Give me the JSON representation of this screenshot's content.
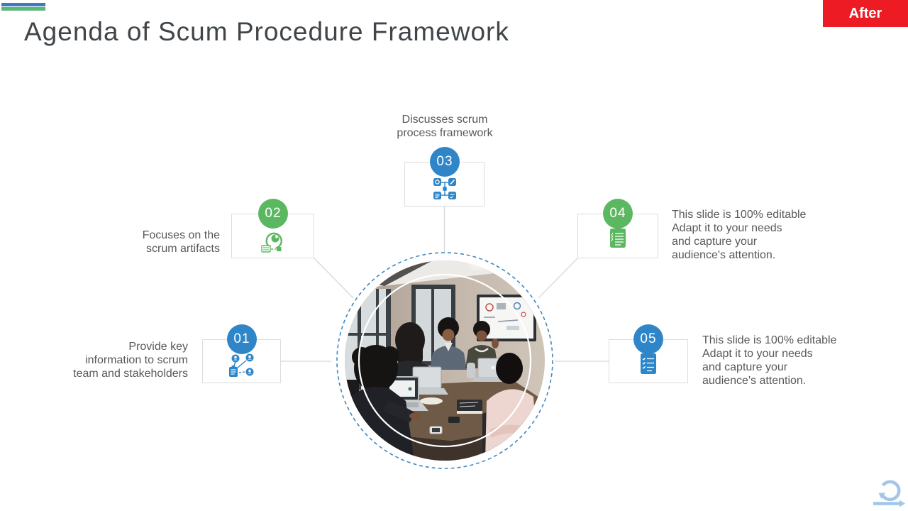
{
  "slide": {
    "title": "Agenda of Scum Procedure Framework",
    "badge_label": "After"
  },
  "steps": [
    {
      "number": "01",
      "color": "#2e86c8",
      "icon": "team-network-icon",
      "label": "Provide key\ninformation to scrum\nteam and stakeholders"
    },
    {
      "number": "02",
      "color": "#5cb860",
      "icon": "artifact-cycle-icon",
      "label": "Focuses on the\nscrum artifacts"
    },
    {
      "number": "03",
      "color": "#2e86c8",
      "icon": "process-cluster-icon",
      "label": "Discusses scrum\nprocess framework"
    },
    {
      "number": "04",
      "color": "#5cb860",
      "icon": "clipboard-notes-icon",
      "label": "This slide is 100% editable\nAdapt it to your needs\nand capture your\naudience's attention."
    },
    {
      "number": "05",
      "color": "#2e86c8",
      "icon": "clipboard-checklist-icon",
      "label": "This slide is 100% editable\nAdapt it to your needs\nand capture your\naudience's attention."
    }
  ],
  "center_image": {
    "description": "team meeting around conference table"
  },
  "colors": {
    "blue": "#2e86c8",
    "green": "#5cb860",
    "badge_red": "#ed1c24",
    "dashed_circle": "#3f88c1",
    "connector": "#d8d8d8",
    "body_text": "#595959",
    "title_text": "#404549",
    "accent_bar_blue": "#3e7cb5",
    "accent_bar_green": "#5bb878",
    "sprint_icon": "#a3c6e8"
  }
}
